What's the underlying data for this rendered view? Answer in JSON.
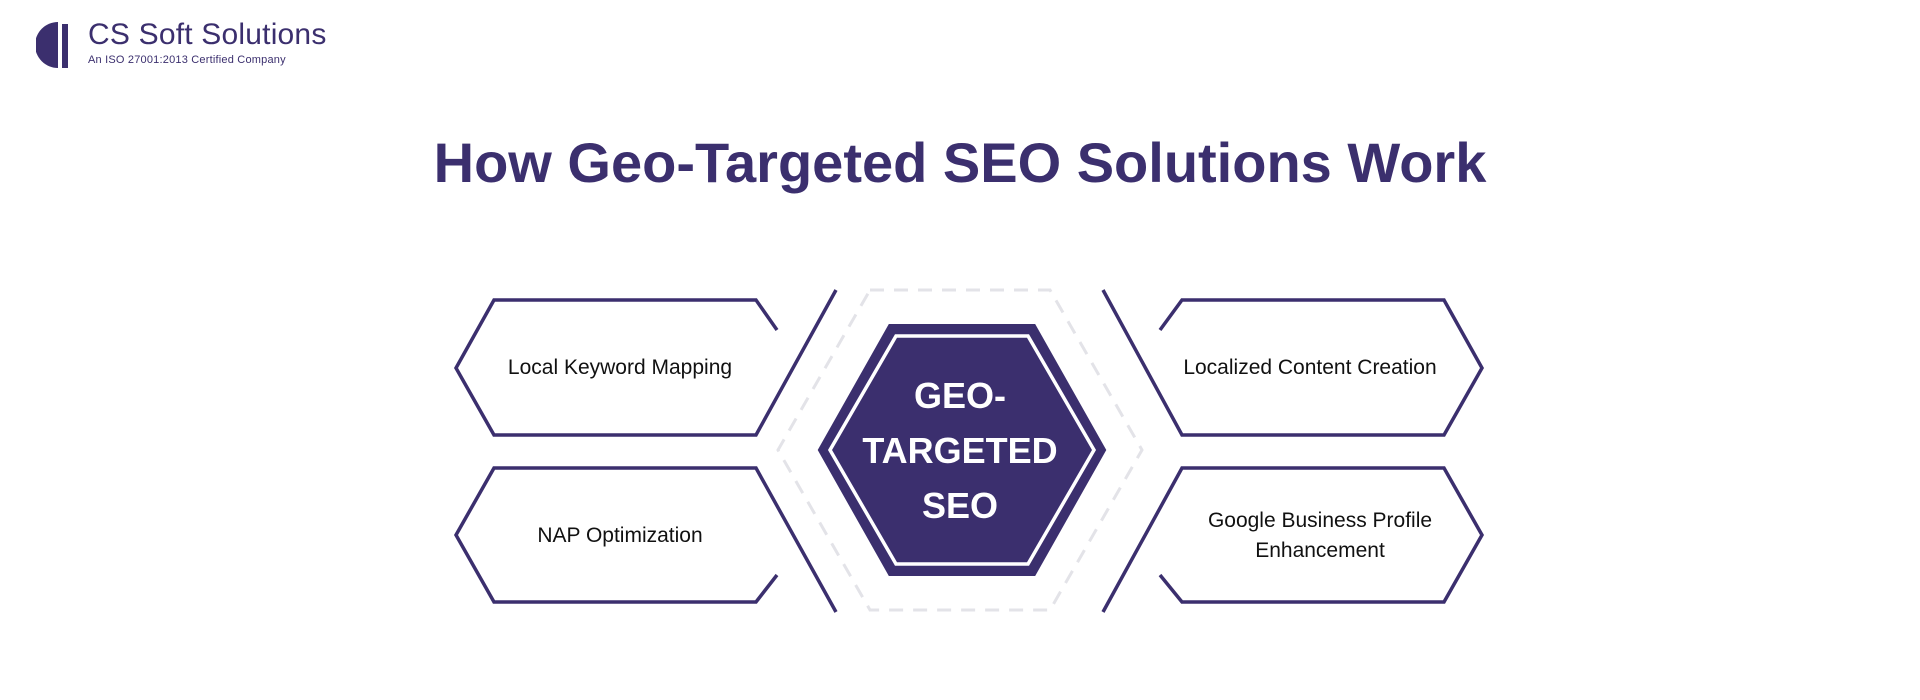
{
  "brand": {
    "name": "CS Soft Solutions",
    "tagline": "An ISO 27001:2013 Certified Company"
  },
  "title": "How Geo-Targeted SEO Solutions Work",
  "center": {
    "line1": "GEO-",
    "line2": "TARGETED",
    "line3": "SEO"
  },
  "items": [
    {
      "label": "Local Keyword Mapping"
    },
    {
      "label": "NAP Optimization"
    },
    {
      "label": "Localized Content Creation"
    },
    {
      "label": "Google Business Profile Enhancement"
    }
  ],
  "colors": {
    "primary": "#3b2f6e",
    "dashed": "#e3e3e8",
    "text": "#111111",
    "background": "#ffffff"
  }
}
